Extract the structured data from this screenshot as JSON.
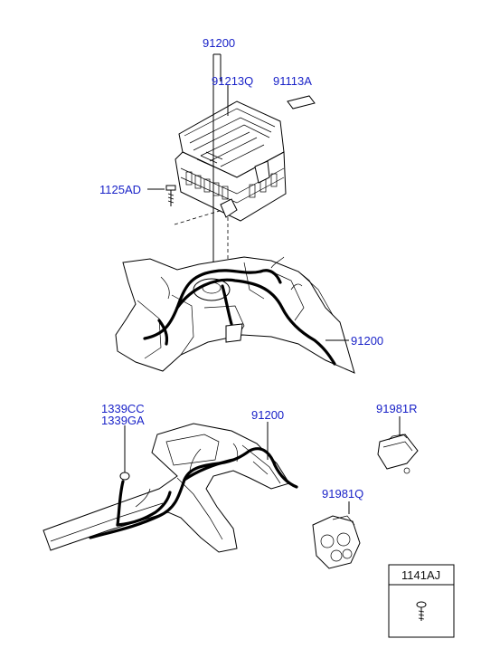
{
  "labels": {
    "wiring_harness_top": "91200",
    "fuse_box_cover": "91213Q",
    "fuse_box_label": "91113A",
    "bolt": "1125AD",
    "harness_main": "91200",
    "grommet_a": "1339CC",
    "grommet_b": "1339GA",
    "harness_lower": "91200",
    "connector_r": "91981R",
    "connector_q": "91981Q"
  },
  "parts_box": {
    "title": "1141AJ"
  }
}
